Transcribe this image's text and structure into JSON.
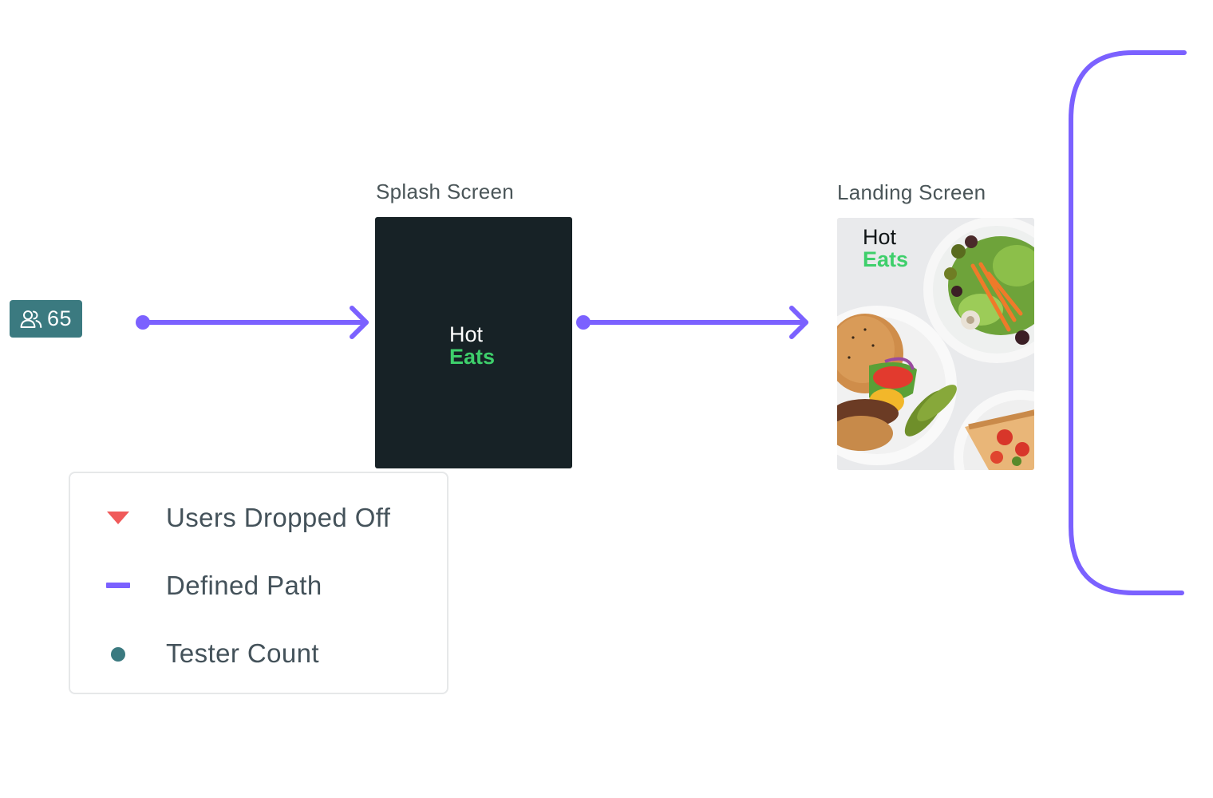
{
  "tester_badge": {
    "count": "65",
    "icon": "users-icon"
  },
  "screens": [
    {
      "label": "Splash Screen",
      "brand_line1": "Hot",
      "brand_line2": "Eats"
    },
    {
      "label": "Landing Screen",
      "brand_line1": "Hot",
      "brand_line2": "Eats"
    }
  ],
  "legend": {
    "items": [
      {
        "label": "Users Dropped Off",
        "marker": "down-triangle-icon",
        "color": "#f05a5a"
      },
      {
        "label": "Defined Path",
        "marker": "dash-icon",
        "color": "#7b61ff"
      },
      {
        "label": "Tester Count",
        "marker": "dot-icon",
        "color": "#3b7a80"
      }
    ]
  },
  "colors": {
    "path": "#7b61ff",
    "tester": "#3b7a80",
    "brand_green": "#3ecf6b",
    "splash_bg": "#172226",
    "drop_off": "#f05a5a"
  }
}
